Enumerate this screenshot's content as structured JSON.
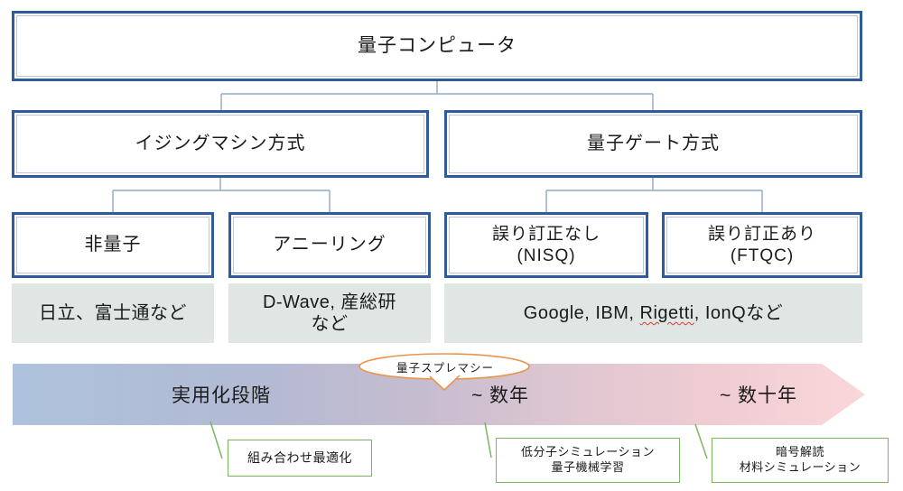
{
  "title": {
    "label": "量子コンピュータ"
  },
  "level2": [
    {
      "label": "イジングマシン方式"
    },
    {
      "label": "量子ゲート方式"
    }
  ],
  "level3": [
    {
      "label": "非量子",
      "sublabel": ""
    },
    {
      "label": "アニーリング",
      "sublabel": ""
    },
    {
      "label": "誤り訂正なし",
      "sublabel": "(NISQ)"
    },
    {
      "label": "誤り訂正あり",
      "sublabel": "(FTQC)"
    }
  ],
  "vendors": [
    {
      "label": "日立、富士通など"
    },
    {
      "line1": "D-Wave, 産総研",
      "line2": "など"
    },
    {
      "prefix": "Google, IBM, ",
      "misspelled": "Rigetti",
      "suffix": ", IonQなど"
    }
  ],
  "timeline": {
    "stages": [
      {
        "label": "実用化段階"
      },
      {
        "label": "~ 数年"
      },
      {
        "label": "~ 数十年"
      }
    ],
    "callout": "量子スプレマシー",
    "gradient_start": "#adc2dc",
    "gradient_end": "#f9d7d9"
  },
  "applications": [
    {
      "line1": "組み合わせ最適化",
      "line2": ""
    },
    {
      "line1": "低分子シミュレーション",
      "line2": "量子機械学習"
    },
    {
      "line1": "暗号解読",
      "line2": "材料シミュレーション"
    }
  ],
  "colors": {
    "box_border_blue": "#2e5b9b",
    "connector_blue": "#8ea9c9",
    "vendor_gray": "#dfe6e4",
    "app_green": "#7ab560",
    "callout_orange": "#e8954f",
    "squiggle_red": "#e03a2f"
  }
}
